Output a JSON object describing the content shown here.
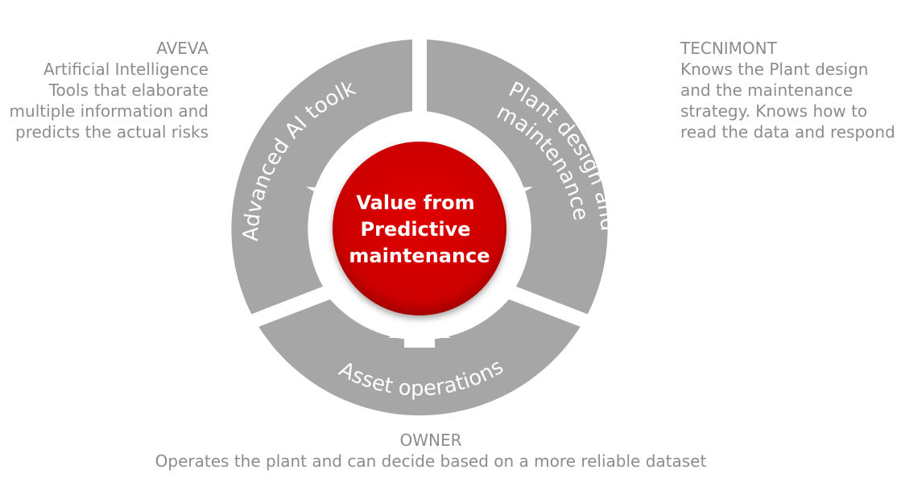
{
  "colors": {
    "segment": "#a6a6a6",
    "center": "#d40000",
    "text": "#8c8c8c"
  },
  "segments": {
    "left": "Advanced AI toolkit",
    "right_line1": "Plant design and",
    "right_line2": "maintenance",
    "bottom": "Asset operations"
  },
  "center": {
    "line1": "Value from",
    "line2": "Predictive",
    "line3": "maintenance"
  },
  "aveva": {
    "title": "AVEVA",
    "lines": [
      "Artificial Intelligence",
      "Tools that elaborate",
      "multiple information and",
      "predicts the actual risks"
    ]
  },
  "tecnimont": {
    "title": "TECNIMONT",
    "lines": [
      "Knows the Plant design",
      "and the maintenance",
      "strategy. Knows how to",
      "read the data and respond"
    ]
  },
  "owner": {
    "title": "OWNER",
    "text": "Operates the plant and can decide based on a more reliable dataset"
  }
}
